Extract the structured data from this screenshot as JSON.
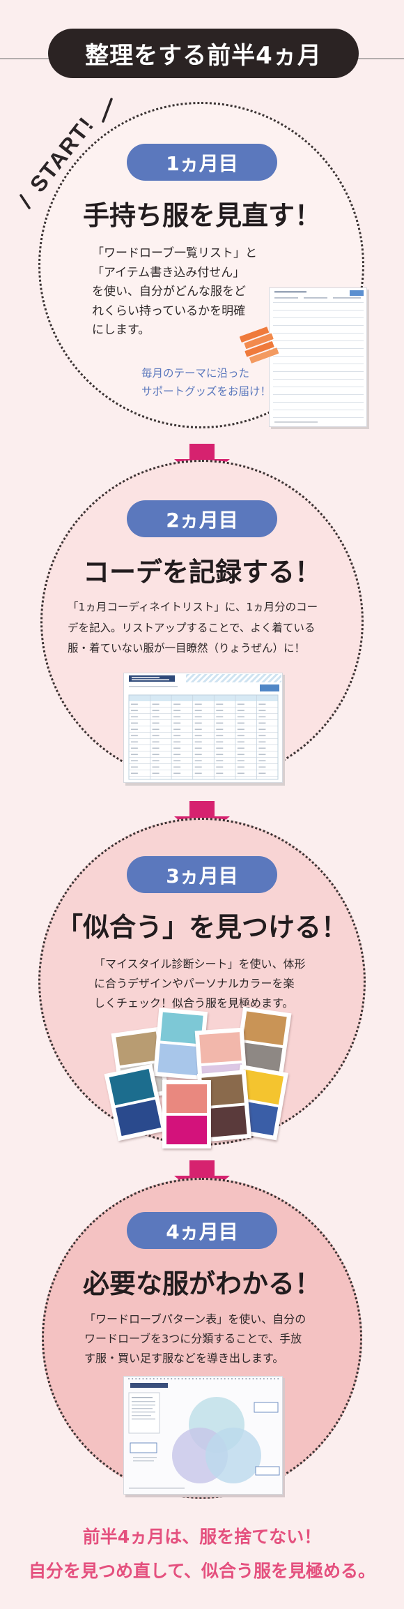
{
  "header": {
    "title": "整理をする前半4ヵ月"
  },
  "start": {
    "label": "START!"
  },
  "steps": [
    {
      "month": "1ヵ月目",
      "title": "手持ち服を見直す！",
      "body": [
        "「ワードローブ一覧リスト」と",
        "「アイテム書き込み付せん」",
        "を使い、自分がどんな服をど",
        "れくらい持っているかを明確",
        "にします。"
      ],
      "note": [
        "毎月のテーマに沿った",
        "サポートグッズをお届け！"
      ]
    },
    {
      "month": "2ヵ月目",
      "title": "コーデを記録する！",
      "body": [
        "「1ヵ月コーディネイトリスト」に、1ヵ月分のコー",
        "デを記入。リストアップすることで、よく着ている",
        "服・着ていない服が一目瞭然（りょうぜん）に！"
      ]
    },
    {
      "month": "3ヵ月目",
      "title": "「似合う」を見つける！",
      "body": [
        "「マイスタイル診断シート」を使い、体形",
        "に合うデザインやパーソナルカラーを楽",
        "しくチェック！似合う服を見極めます。"
      ]
    },
    {
      "month": "4ヵ月目",
      "title": "必要な服がわかる！",
      "body": [
        "「ワードローブパターン表」を使い、自分の",
        "ワードローブを3つに分類することで、手放",
        "す服・買い足す服などを導き出します。"
      ]
    }
  ],
  "swatches": [
    {
      "top": "#b89c72",
      "bottom": "#c9c6c2"
    },
    {
      "top": "#7dc8d6",
      "bottom": "#a8c6ea"
    },
    {
      "top": "#f2b7ab",
      "bottom": "#dcc7e4"
    },
    {
      "top": "#c99456",
      "bottom": "#8e8884"
    },
    {
      "top": "#1c6d8e",
      "bottom": "#2a4a8d"
    },
    {
      "top": "#e9887f",
      "bottom": "#d3127b"
    },
    {
      "top": "#8a6a4c",
      "bottom": "#5a3a3b"
    },
    {
      "top": "#f4c42f",
      "bottom": "#3a5ea7"
    }
  ],
  "footer": {
    "line1": "前半4ヵ月は、服を捨てない！",
    "line2": "自分を見つめ直して、似合う服を見極める。"
  },
  "colors": {
    "background": "#fbeeee",
    "header_pill": "#2b2323",
    "month_pill": "#5b78bd",
    "arrow": "#d6226f",
    "footer_text": "#e4507e",
    "note_text": "#5b78bd",
    "circle_fills": [
      "#fdf2f1",
      "#fbe3e3",
      "#f8d4d4",
      "#f4c2c2"
    ],
    "sticky_note": "#ef7a3b"
  },
  "icons": {
    "arrow": "down-arrow-icon",
    "slash": "slash-mark-icon"
  }
}
